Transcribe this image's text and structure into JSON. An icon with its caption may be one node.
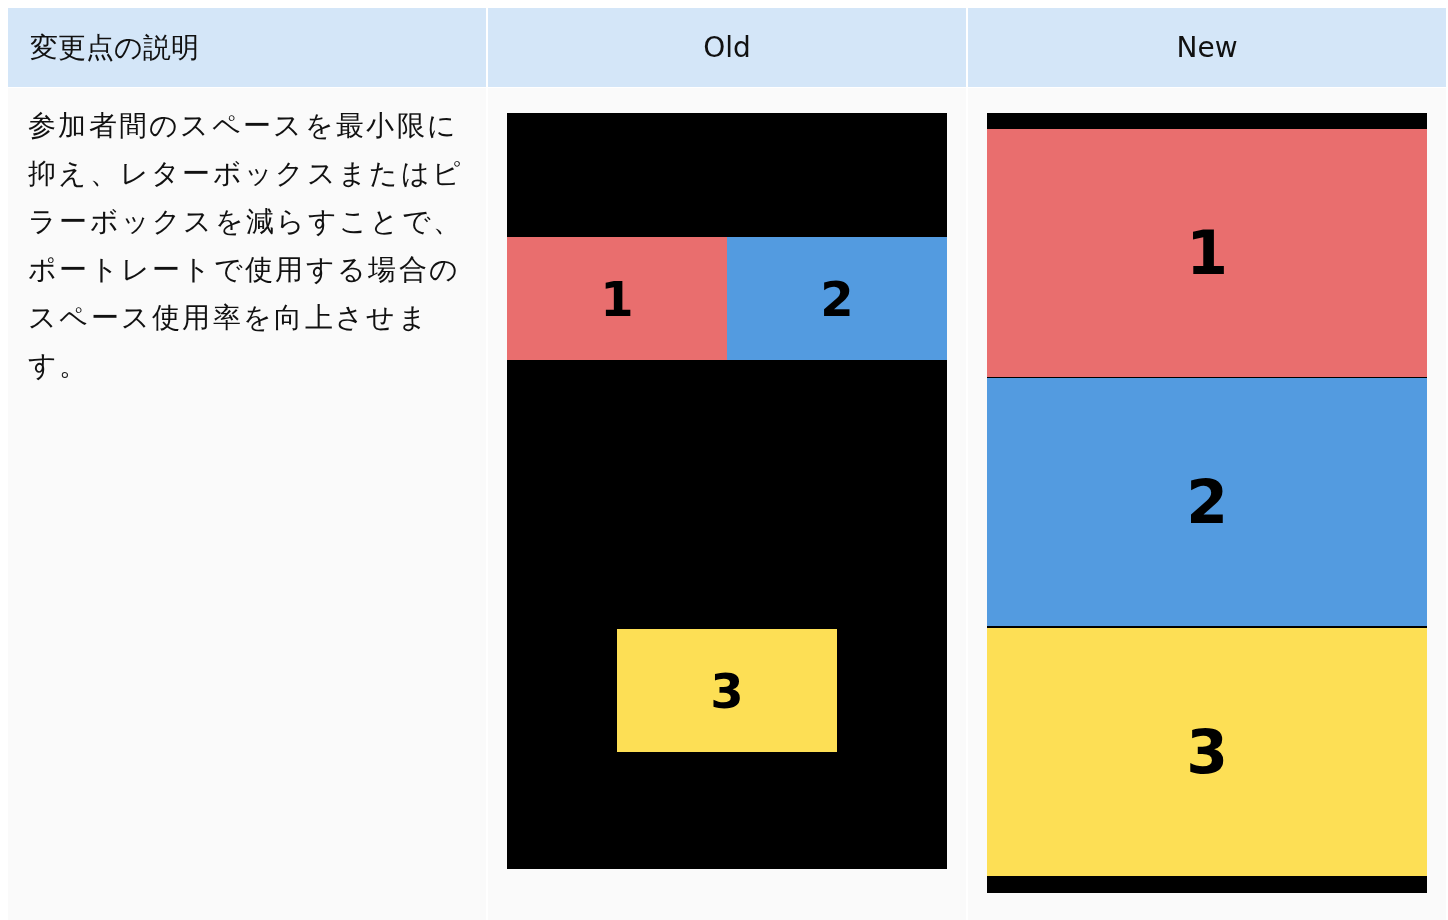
{
  "diagram": {
    "nodes": [
      {
        "text": [],
        "shape": "box"
      },
      {
        "text": [
          "1"
        ],
        "in": 0
      },
      {
        "text": [
          "2"
        ],
        "in": 0
      },
      {
        "text": [
          "3"
        ],
        "in": 0
      },
      {
        "text": [],
        "shape": "box"
      },
      {
        "text": [
          "1"
        ],
        "in": 4
      },
      {
        "text": [
          "2"
        ],
        "in": 4
      },
      {
        "text": [
          "3"
        ],
        "in": 4
      }
    ],
    "labels": [
      "変更点の説明",
      "Old",
      "New",
      "参加者間のスペースを最小限に抑え、レターボックスまたはピラーボックスを減らすことで、ポートレートで使用する場合のスペース使用率を向上させます。"
    ]
  }
}
